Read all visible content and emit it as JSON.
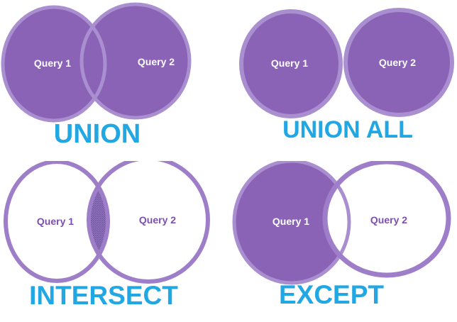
{
  "colors": {
    "background": "#FFFFFF",
    "venn_fill": "#8B63B6",
    "venn_rim": "#A98FD0",
    "venn_outline": "#9E7EC9",
    "hatch_base": "#9C84C6",
    "hatch_line": "#7658A6",
    "label_on_fill": "#FFFFFF",
    "label_on_white": "#7C4FAF",
    "title_color": "#21A7E3"
  },
  "diagrams": [
    {
      "id": "union",
      "title": "UNION",
      "left_label": "Query 1",
      "right_label": "Query 2"
    },
    {
      "id": "union_all",
      "title": "UNION ALL",
      "left_label": "Query 1",
      "right_label": "Query 2"
    },
    {
      "id": "intersect",
      "title": "INTERSECT",
      "left_label": "Query 1",
      "right_label": "Query 2"
    },
    {
      "id": "except",
      "title": "EXCEPT",
      "left_label": "Query 1",
      "right_label": "Query 2"
    }
  ]
}
